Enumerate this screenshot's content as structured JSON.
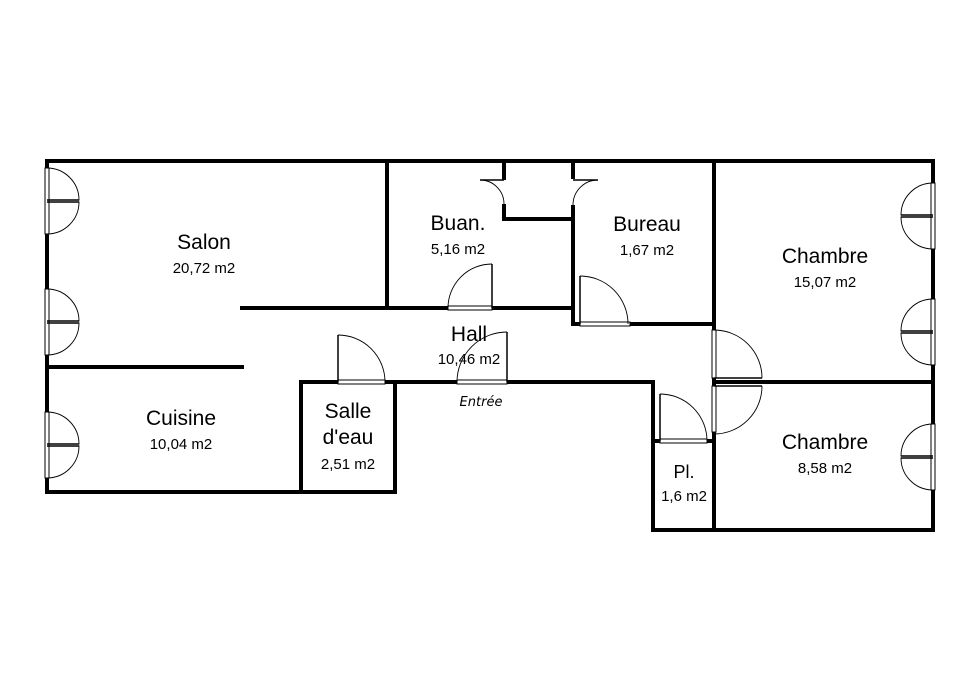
{
  "rooms": {
    "salon": {
      "name": "Salon",
      "area": "20,72 m2"
    },
    "buan": {
      "name": "Buan.",
      "area": "5,16 m2"
    },
    "bureau": {
      "name": "Bureau",
      "area": "1,67 m2"
    },
    "chambre1": {
      "name": "Chambre",
      "area": "15,07 m2"
    },
    "hall": {
      "name": "Hall",
      "area": "10,46 m2"
    },
    "cuisine": {
      "name": "Cuisine",
      "area": "10,04 m2"
    },
    "salle": {
      "name_line1": "Salle",
      "name_line2": "d'eau",
      "area": "2,51 m2"
    },
    "placard": {
      "name": "Pl.",
      "area": "1,6 m2"
    },
    "chambre2": {
      "name": "Chambre",
      "area": "8,58 m2"
    }
  },
  "entrance": {
    "label": "Entrée"
  }
}
